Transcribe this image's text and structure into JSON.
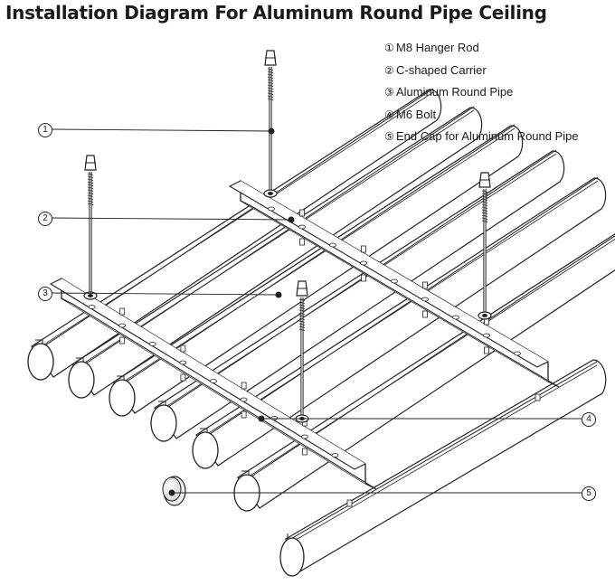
{
  "title": "Installation Diagram For Aluminum Round Pipe Ceiling",
  "legend": [
    {
      "num": "①",
      "label": "M8 Hanger Rod"
    },
    {
      "num": "②",
      "label": "C-shaped Carrier"
    },
    {
      "num": "③",
      "label": "Aluminum Round Pipe"
    },
    {
      "num": "④",
      "label": "M6 Bolt"
    },
    {
      "num": "⑤",
      "label": "End Cap for Aluminum Round Pipe"
    }
  ],
  "callouts": [
    "1",
    "2",
    "3",
    "4",
    "5"
  ],
  "colors": {
    "line": "#222222",
    "text": "#1a1a1a",
    "background": "#ffffff"
  }
}
